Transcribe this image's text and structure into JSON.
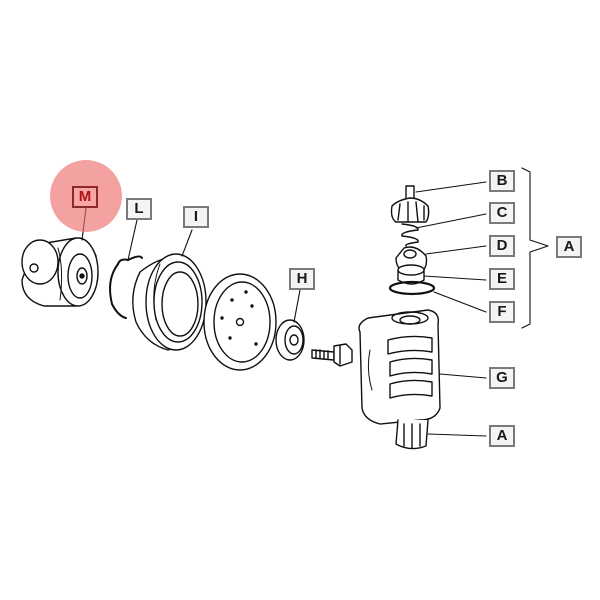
{
  "labels": {
    "M": "M",
    "L": "L",
    "I": "I",
    "H": "H",
    "B": "B",
    "C": "C",
    "D": "D",
    "E": "E",
    "F": "F",
    "G": "G",
    "A_group": "A",
    "A_bottom": "A"
  },
  "colors": {
    "highlight_halo": "#ee6e6e",
    "highlight_box": "#f7a6a6",
    "highlight_text": "#b11212",
    "line": "#111111",
    "label_border": "#7a7a7a"
  },
  "highlighted_label": "M"
}
